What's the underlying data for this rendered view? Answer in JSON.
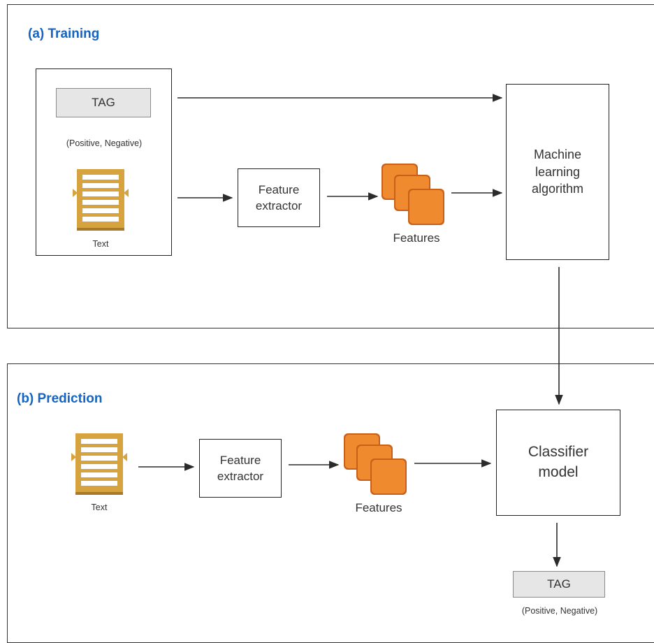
{
  "training": {
    "title": "(a) Training",
    "tag_label": "TAG",
    "tag_caption": "(Positive, Negative)",
    "text_label": "Text",
    "extractor_label": "Feature\nextractor",
    "features_label": "Features",
    "algorithm_label": "Machine\nlearning\nalgorithm"
  },
  "prediction": {
    "title": "(b) Prediction",
    "text_label": "Text",
    "extractor_label": "Feature\nextractor",
    "features_label": "Features",
    "classifier_label": "Classifier\nmodel",
    "tag_label": "TAG",
    "tag_caption": "(Positive, Negative)"
  },
  "colors": {
    "title": "#1565c0",
    "text_icon": "#d6a33f",
    "feature_cube": "#f08a2e",
    "feature_cube_dark": "#c9601a"
  },
  "icons": [
    "document-icon",
    "feature-cubes-icon",
    "arrow-icon"
  ]
}
